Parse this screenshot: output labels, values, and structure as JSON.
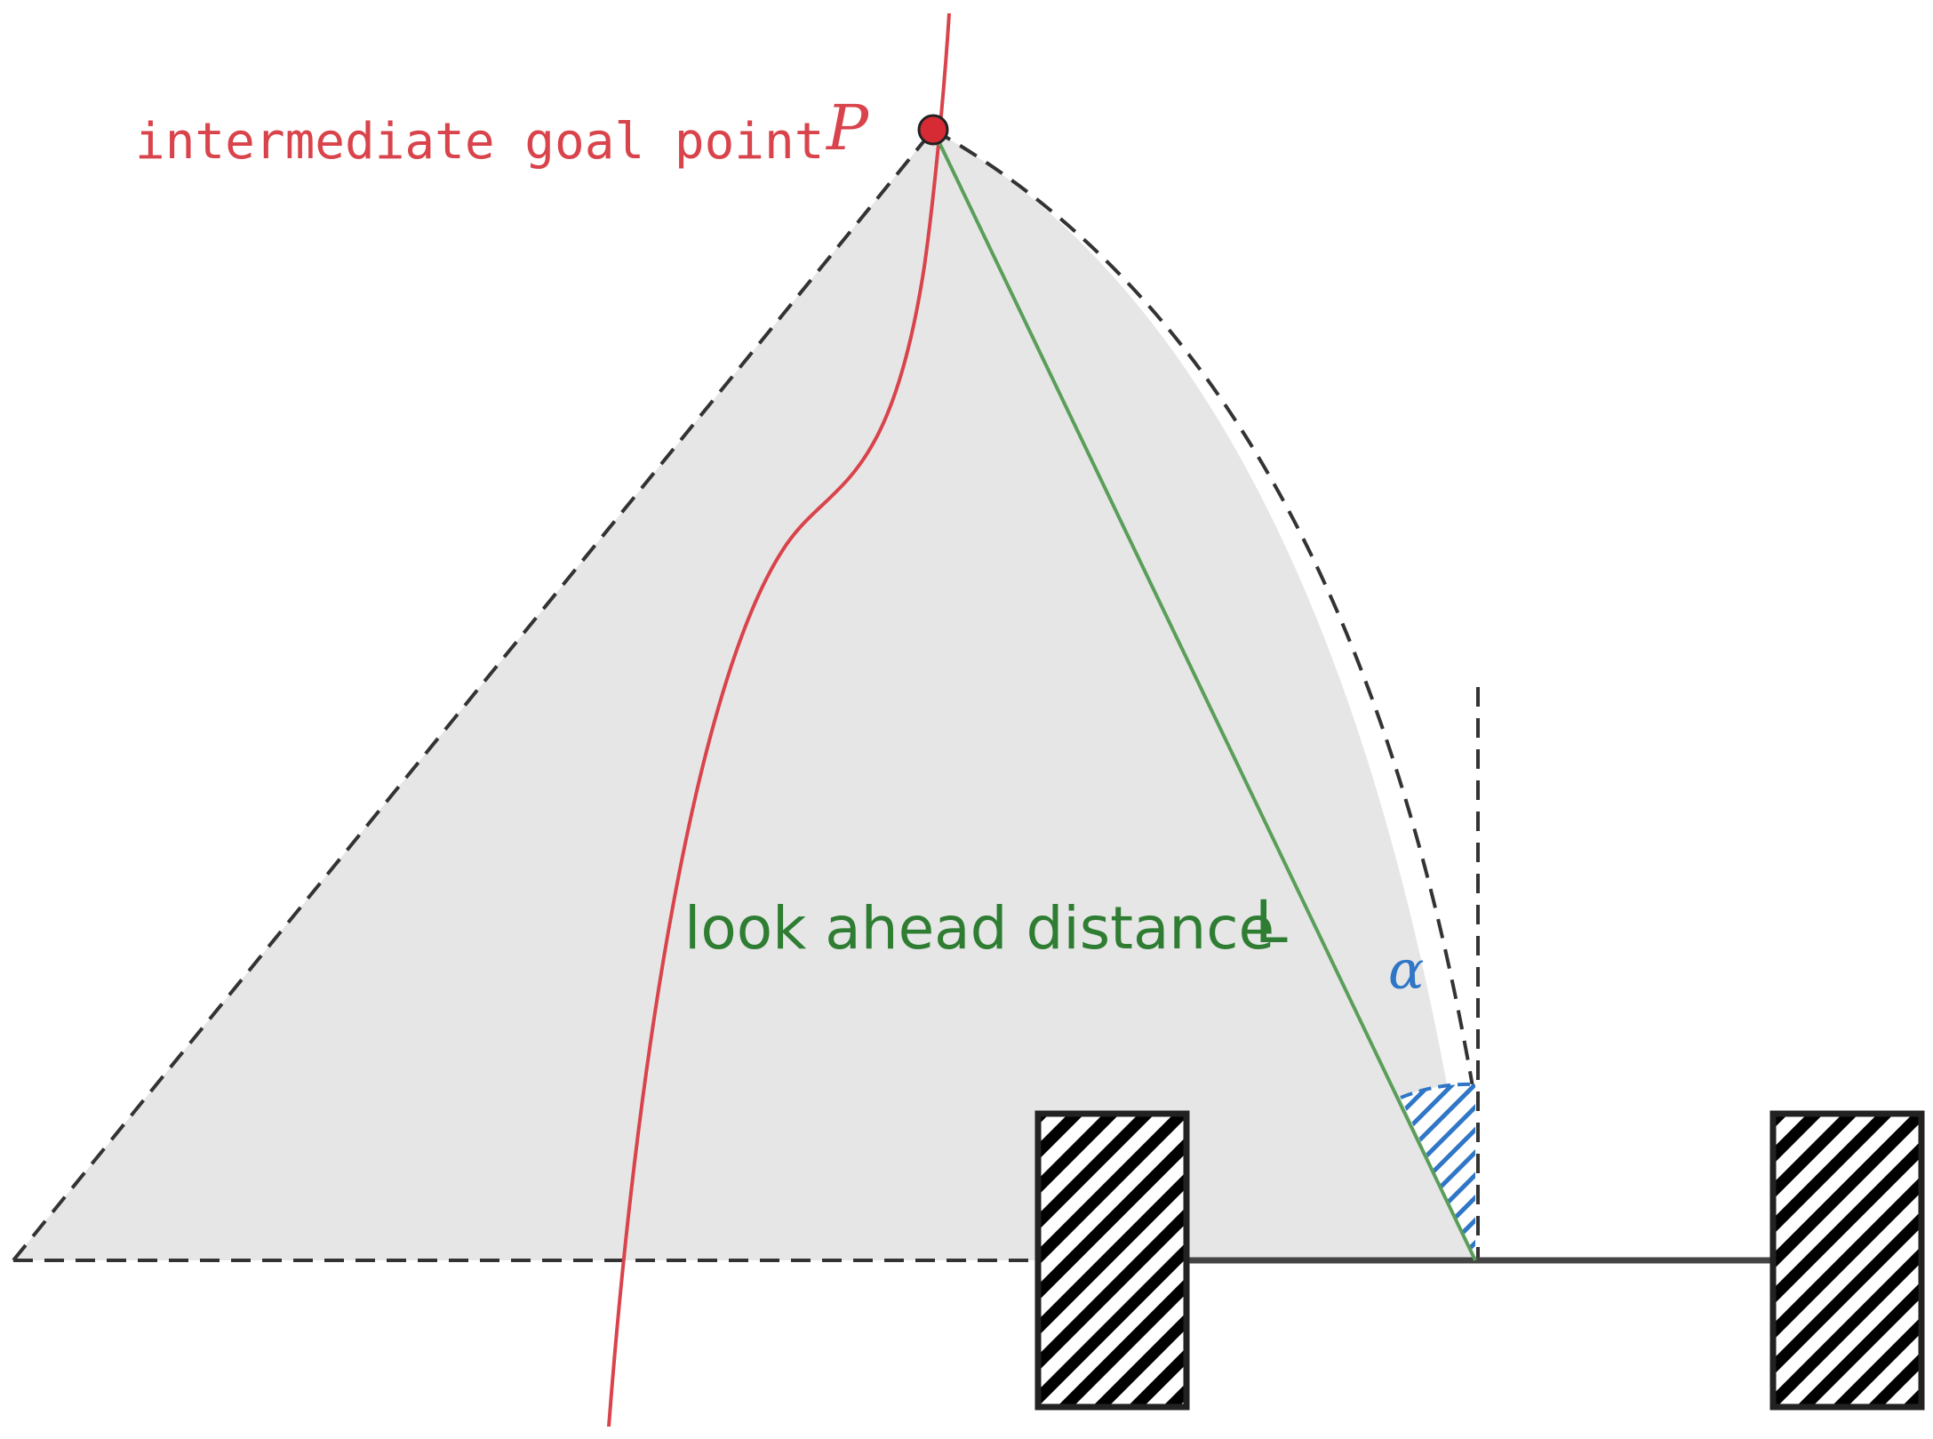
{
  "labels": {
    "goal_point": "intermediate goal point",
    "goal_symbol": "P",
    "lookahead": "look ahead distance",
    "lookahead_symbol": "L",
    "angle_symbol": "α"
  },
  "colors": {
    "path": "#d9434b",
    "lookahead_line": "#5a9e5a",
    "lookahead_text": "#2e7d32",
    "angle": "#2f76c7",
    "region_fill": "#e6e6e6",
    "outline": "#333333",
    "wheel": "#000000",
    "goal_point_fill": "#d62b35"
  }
}
